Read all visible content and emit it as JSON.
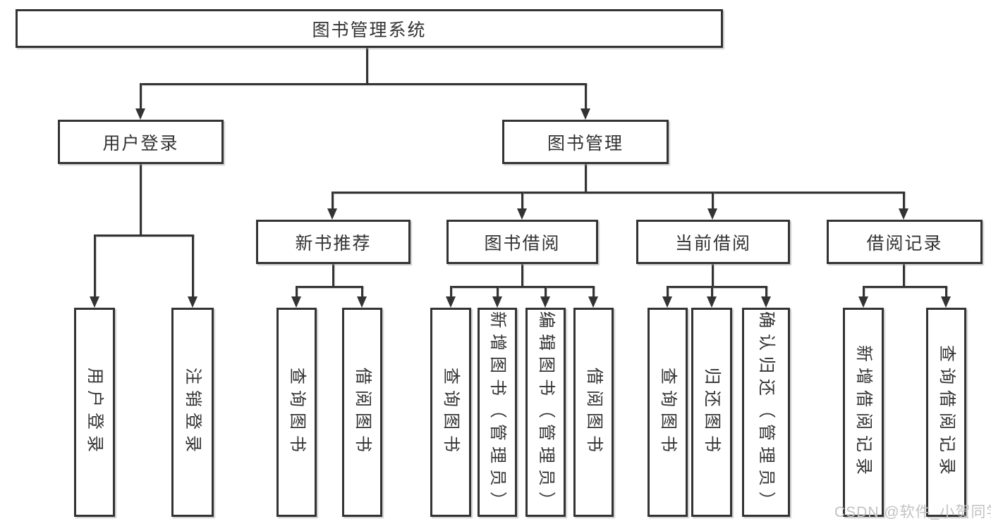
{
  "diagram": {
    "root": {
      "label": "图书管理系统"
    },
    "level2": [
      {
        "label": "用户登录"
      },
      {
        "label": "图书管理"
      }
    ],
    "level3": [
      {
        "label": "新书推荐"
      },
      {
        "label": "图书借阅"
      },
      {
        "label": "当前借阅"
      },
      {
        "label": "借阅记录"
      }
    ],
    "leaves": {
      "login": [
        "用户登录",
        "注销登录"
      ],
      "recommend": [
        "查询图书",
        "借阅图书"
      ],
      "borrow": [
        "查询图书",
        "新增图书（管理员）",
        "编辑图书（管理员）",
        "借阅图书"
      ],
      "current": [
        "查询图书",
        "归还图书",
        "确认归还（管理员）"
      ],
      "records": [
        "新增借阅记录",
        "查询借阅记录"
      ]
    }
  },
  "watermark": {
    "text": "CSDN @软件_小贺同学",
    "color": "#c2c2c2"
  },
  "colors": {
    "line": "#333333",
    "box_border": "#333333",
    "box_background": "#ffffff",
    "text": "#333333",
    "page_background": "#ffffff"
  }
}
